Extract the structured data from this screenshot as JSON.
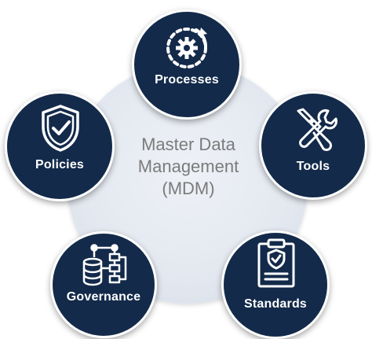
{
  "center": {
    "line1": "Master Data",
    "line2": "Management",
    "line3": "(MDM)"
  },
  "nodes": {
    "processes": {
      "label": "Processes",
      "icon": "gear-cycle-icon"
    },
    "policies": {
      "label": "Policies",
      "icon": "shield-check-icon"
    },
    "tools": {
      "label": "Tools",
      "icon": "wrench-screwdriver-icon"
    },
    "governance": {
      "label": "Governance",
      "icon": "database-flowchart-icon"
    },
    "standards": {
      "label": "Standards",
      "icon": "clipboard-shield-icon"
    }
  },
  "colors": {
    "node_fill": "#132a4a",
    "center_circle": "#e3e8f0",
    "center_text": "#7b7b7b"
  }
}
